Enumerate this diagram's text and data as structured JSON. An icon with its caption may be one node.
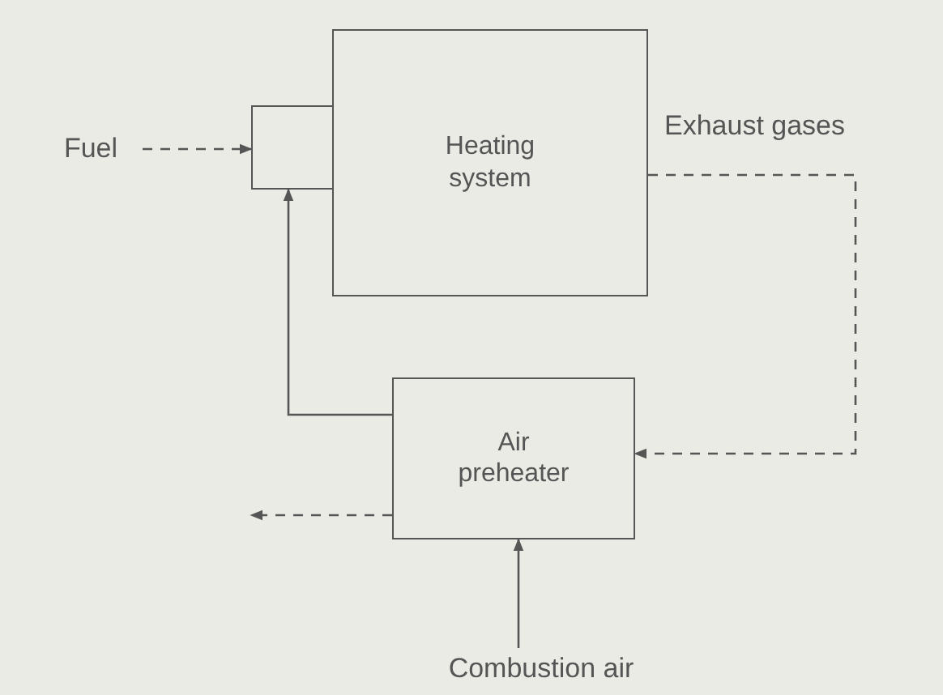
{
  "diagram": {
    "nodes": [
      {
        "text": [
          "Fuel"
        ]
      },
      {
        "text": [],
        "shape": "box"
      },
      {
        "text": [
          "Heating system"
        ]
      },
      {
        "text": [
          "Air preheater"
        ]
      },
      {
        "text": [
          "Combustion air"
        ]
      }
    ],
    "edges": [
      {
        "from": 0,
        "to": 1,
        "arrow": "to",
        "style": "dashed"
      },
      {
        "from": 3,
        "to": 1,
        "arrow": "to"
      },
      {
        "from": 2,
        "to": 3,
        "arrow": "to",
        "style": "dashed"
      },
      {
        "from": 3,
        "to": null,
        "arrow": "to",
        "style": "dashed"
      },
      {
        "from": 4,
        "to": 3,
        "arrow": "to"
      }
    ],
    "labels": [
      "Exhaust gases"
    ]
  }
}
